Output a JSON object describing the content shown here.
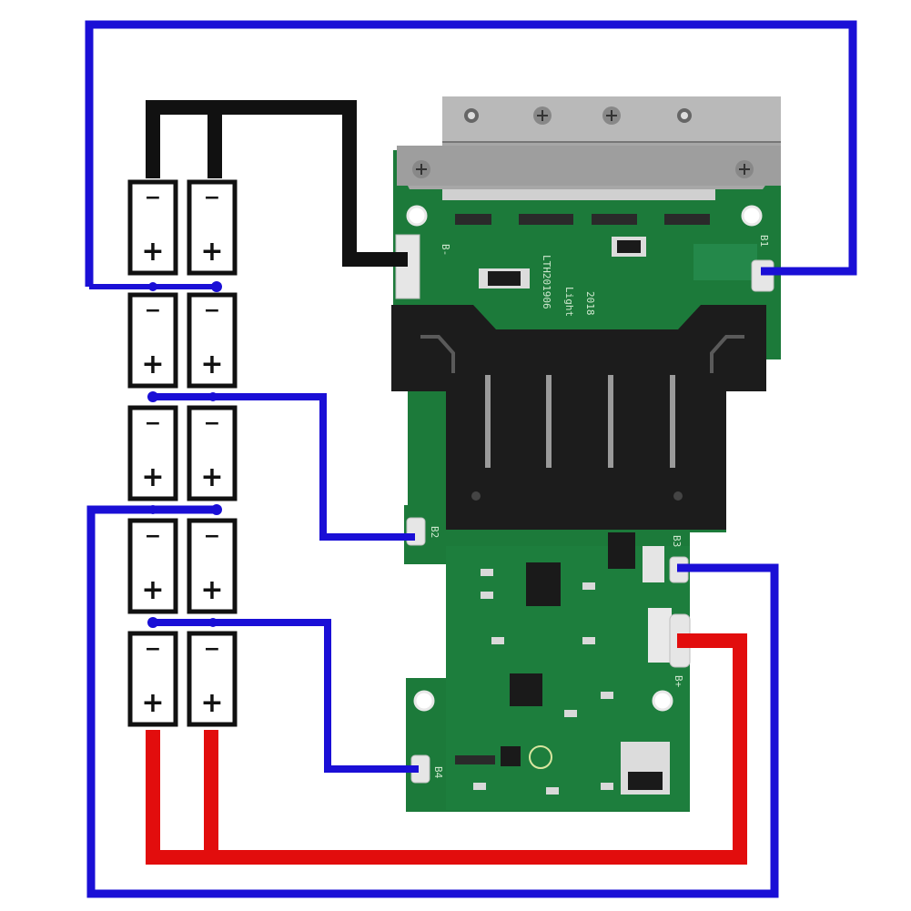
{
  "cells": {
    "rows": 5,
    "cols": 2,
    "negative_sign": "−",
    "positive_sign": "+"
  },
  "pcb": {
    "pads": {
      "b_minus": "B-",
      "b1": "B1",
      "b2": "B2",
      "b3": "B3",
      "b4": "B4",
      "b_plus": "B+"
    },
    "silkscreen": {
      "model": "LTH201906",
      "date": "2018",
      "brand": "Light"
    }
  },
  "colors": {
    "balance_wire": "#1a0fd6",
    "negative_wire": "#111111",
    "positive_wire": "#e20d0d",
    "pcb_green": "#1c7a3a",
    "pcb_dark": "#12592a",
    "connector_black": "#1c1c1c",
    "metal_plate": "#a7a7a7"
  },
  "icons": {
    "mount_hole": "mount-hole-icon",
    "screw": "screw-icon"
  }
}
